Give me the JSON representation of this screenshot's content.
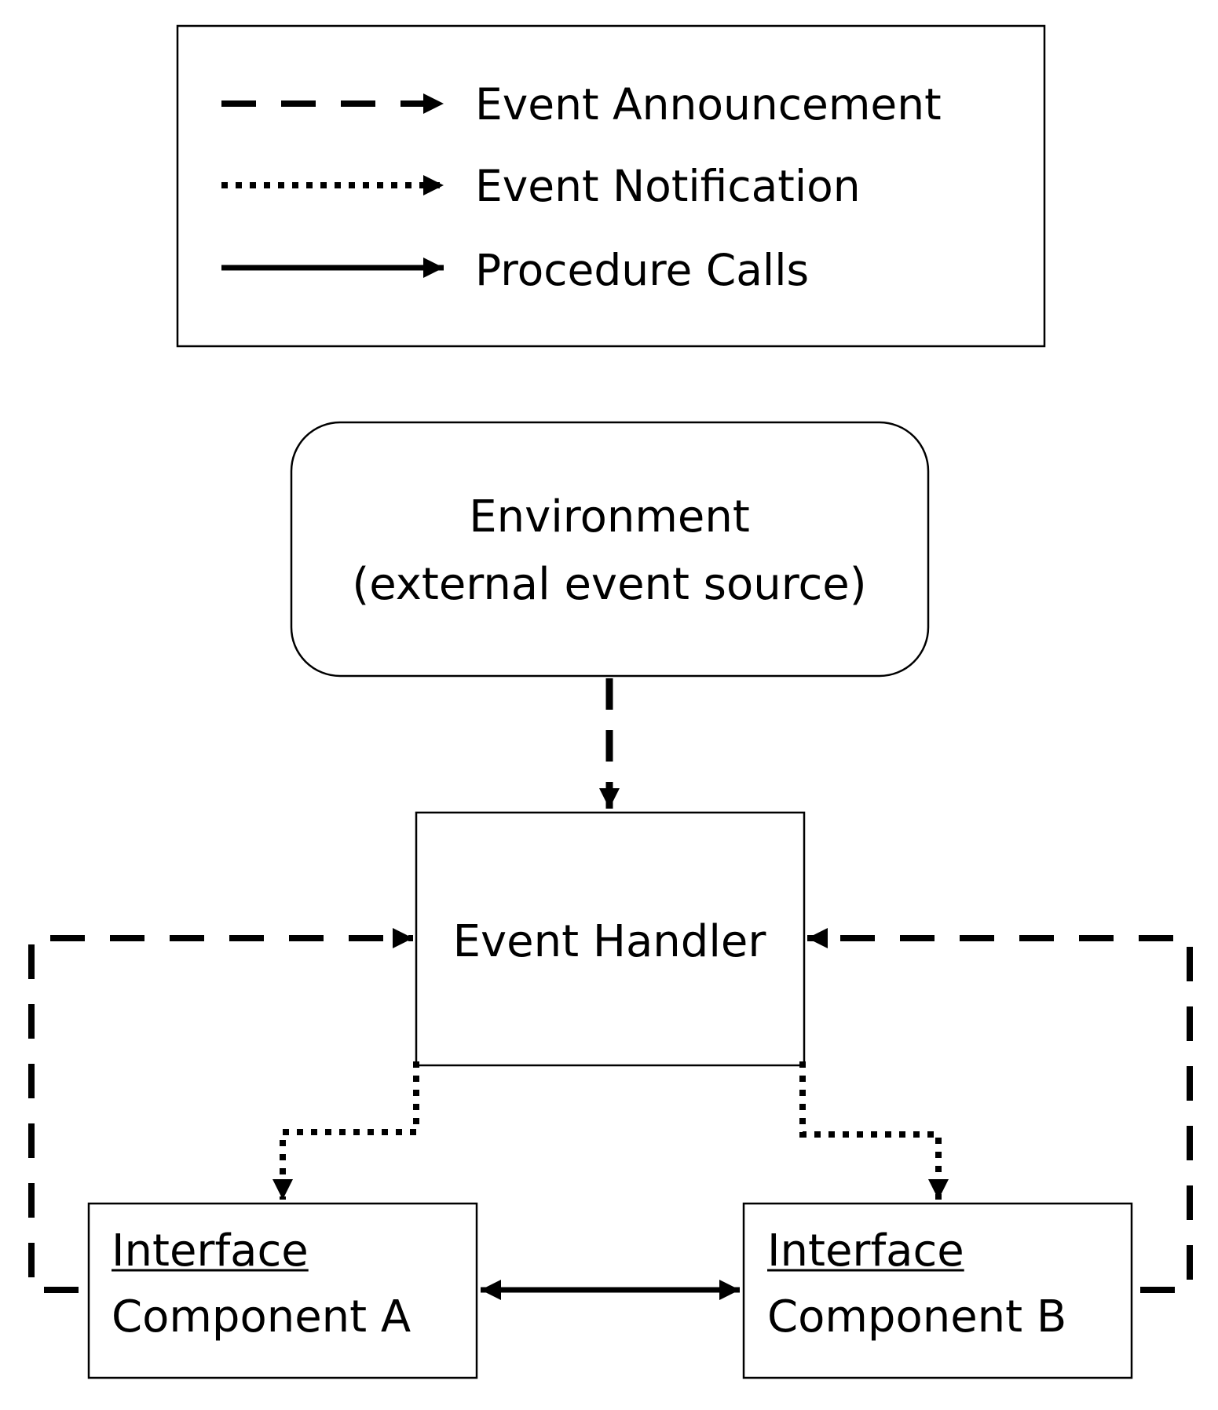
{
  "legend": {
    "items": [
      {
        "label": "Event Announcement",
        "style": "dashed"
      },
      {
        "label": "Event Notification",
        "style": "dotted"
      },
      {
        "label": "Procedure Calls",
        "style": "solid"
      }
    ]
  },
  "nodes": {
    "environment": {
      "line1": "Environment",
      "line2": "(external event source)"
    },
    "event_handler": {
      "label": "Event Handler"
    },
    "component_a": {
      "line1": "Interface",
      "line2": "Component A"
    },
    "component_b": {
      "line1": "Interface",
      "line2": "Component B"
    }
  },
  "colors": {
    "ink": "#000000",
    "background": "#ffffff"
  }
}
